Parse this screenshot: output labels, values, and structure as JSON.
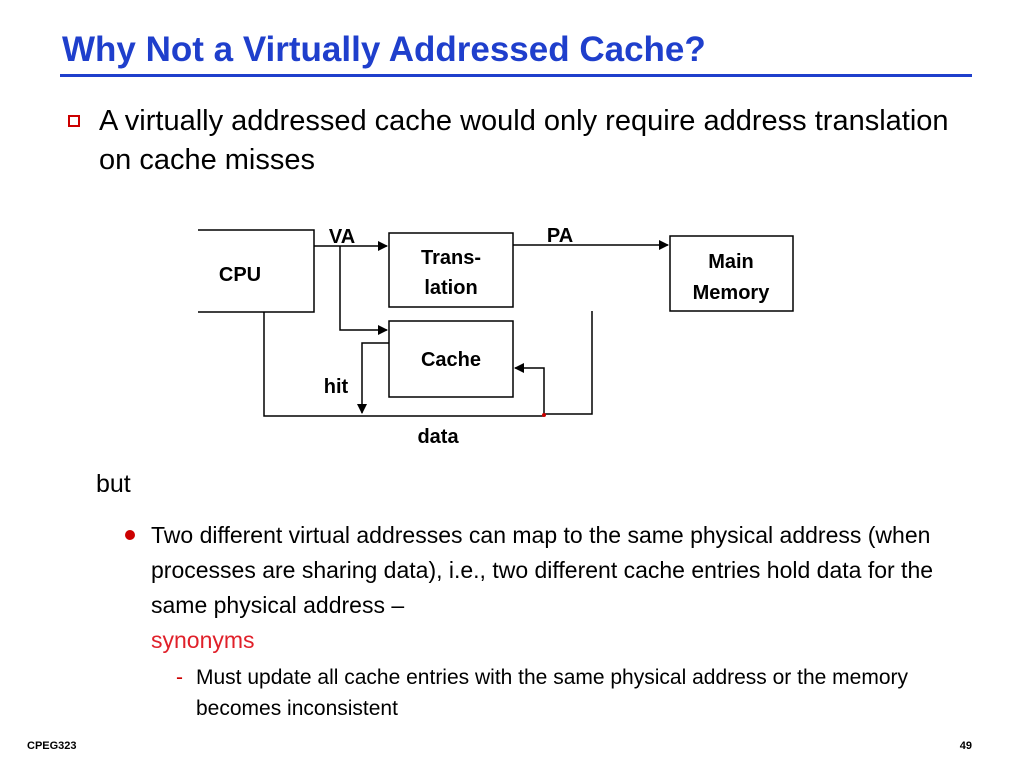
{
  "slide": {
    "title": "Why Not a Virtually Addressed Cache?",
    "bullet1": "A virtually addressed cache would only require address translation on cache misses",
    "but": "but",
    "bullet2_main": "Two different virtual addresses can map to the same physical address (when processes are sharing data), i.e., two different cache entries hold data for the same physical address –",
    "bullet2_highlight": "synonyms",
    "bullet3_marker": "-",
    "bullet3": "Must update all cache entries with the same physical address or the memory becomes inconsistent",
    "footer_left": "CPEG323",
    "page_number": "49"
  },
  "diagram": {
    "cpu": "CPU",
    "translation_line1": "Trans-",
    "translation_line2": "lation",
    "main_memory_line1": "Main",
    "main_memory_line2": "Memory",
    "cache": "Cache",
    "va_label": "VA",
    "pa_label": "PA",
    "hit_label": "hit",
    "data_label": "data"
  },
  "colors": {
    "title": "#1f3fcc",
    "accent": "#cc0000",
    "highlight": "#e0202a"
  }
}
